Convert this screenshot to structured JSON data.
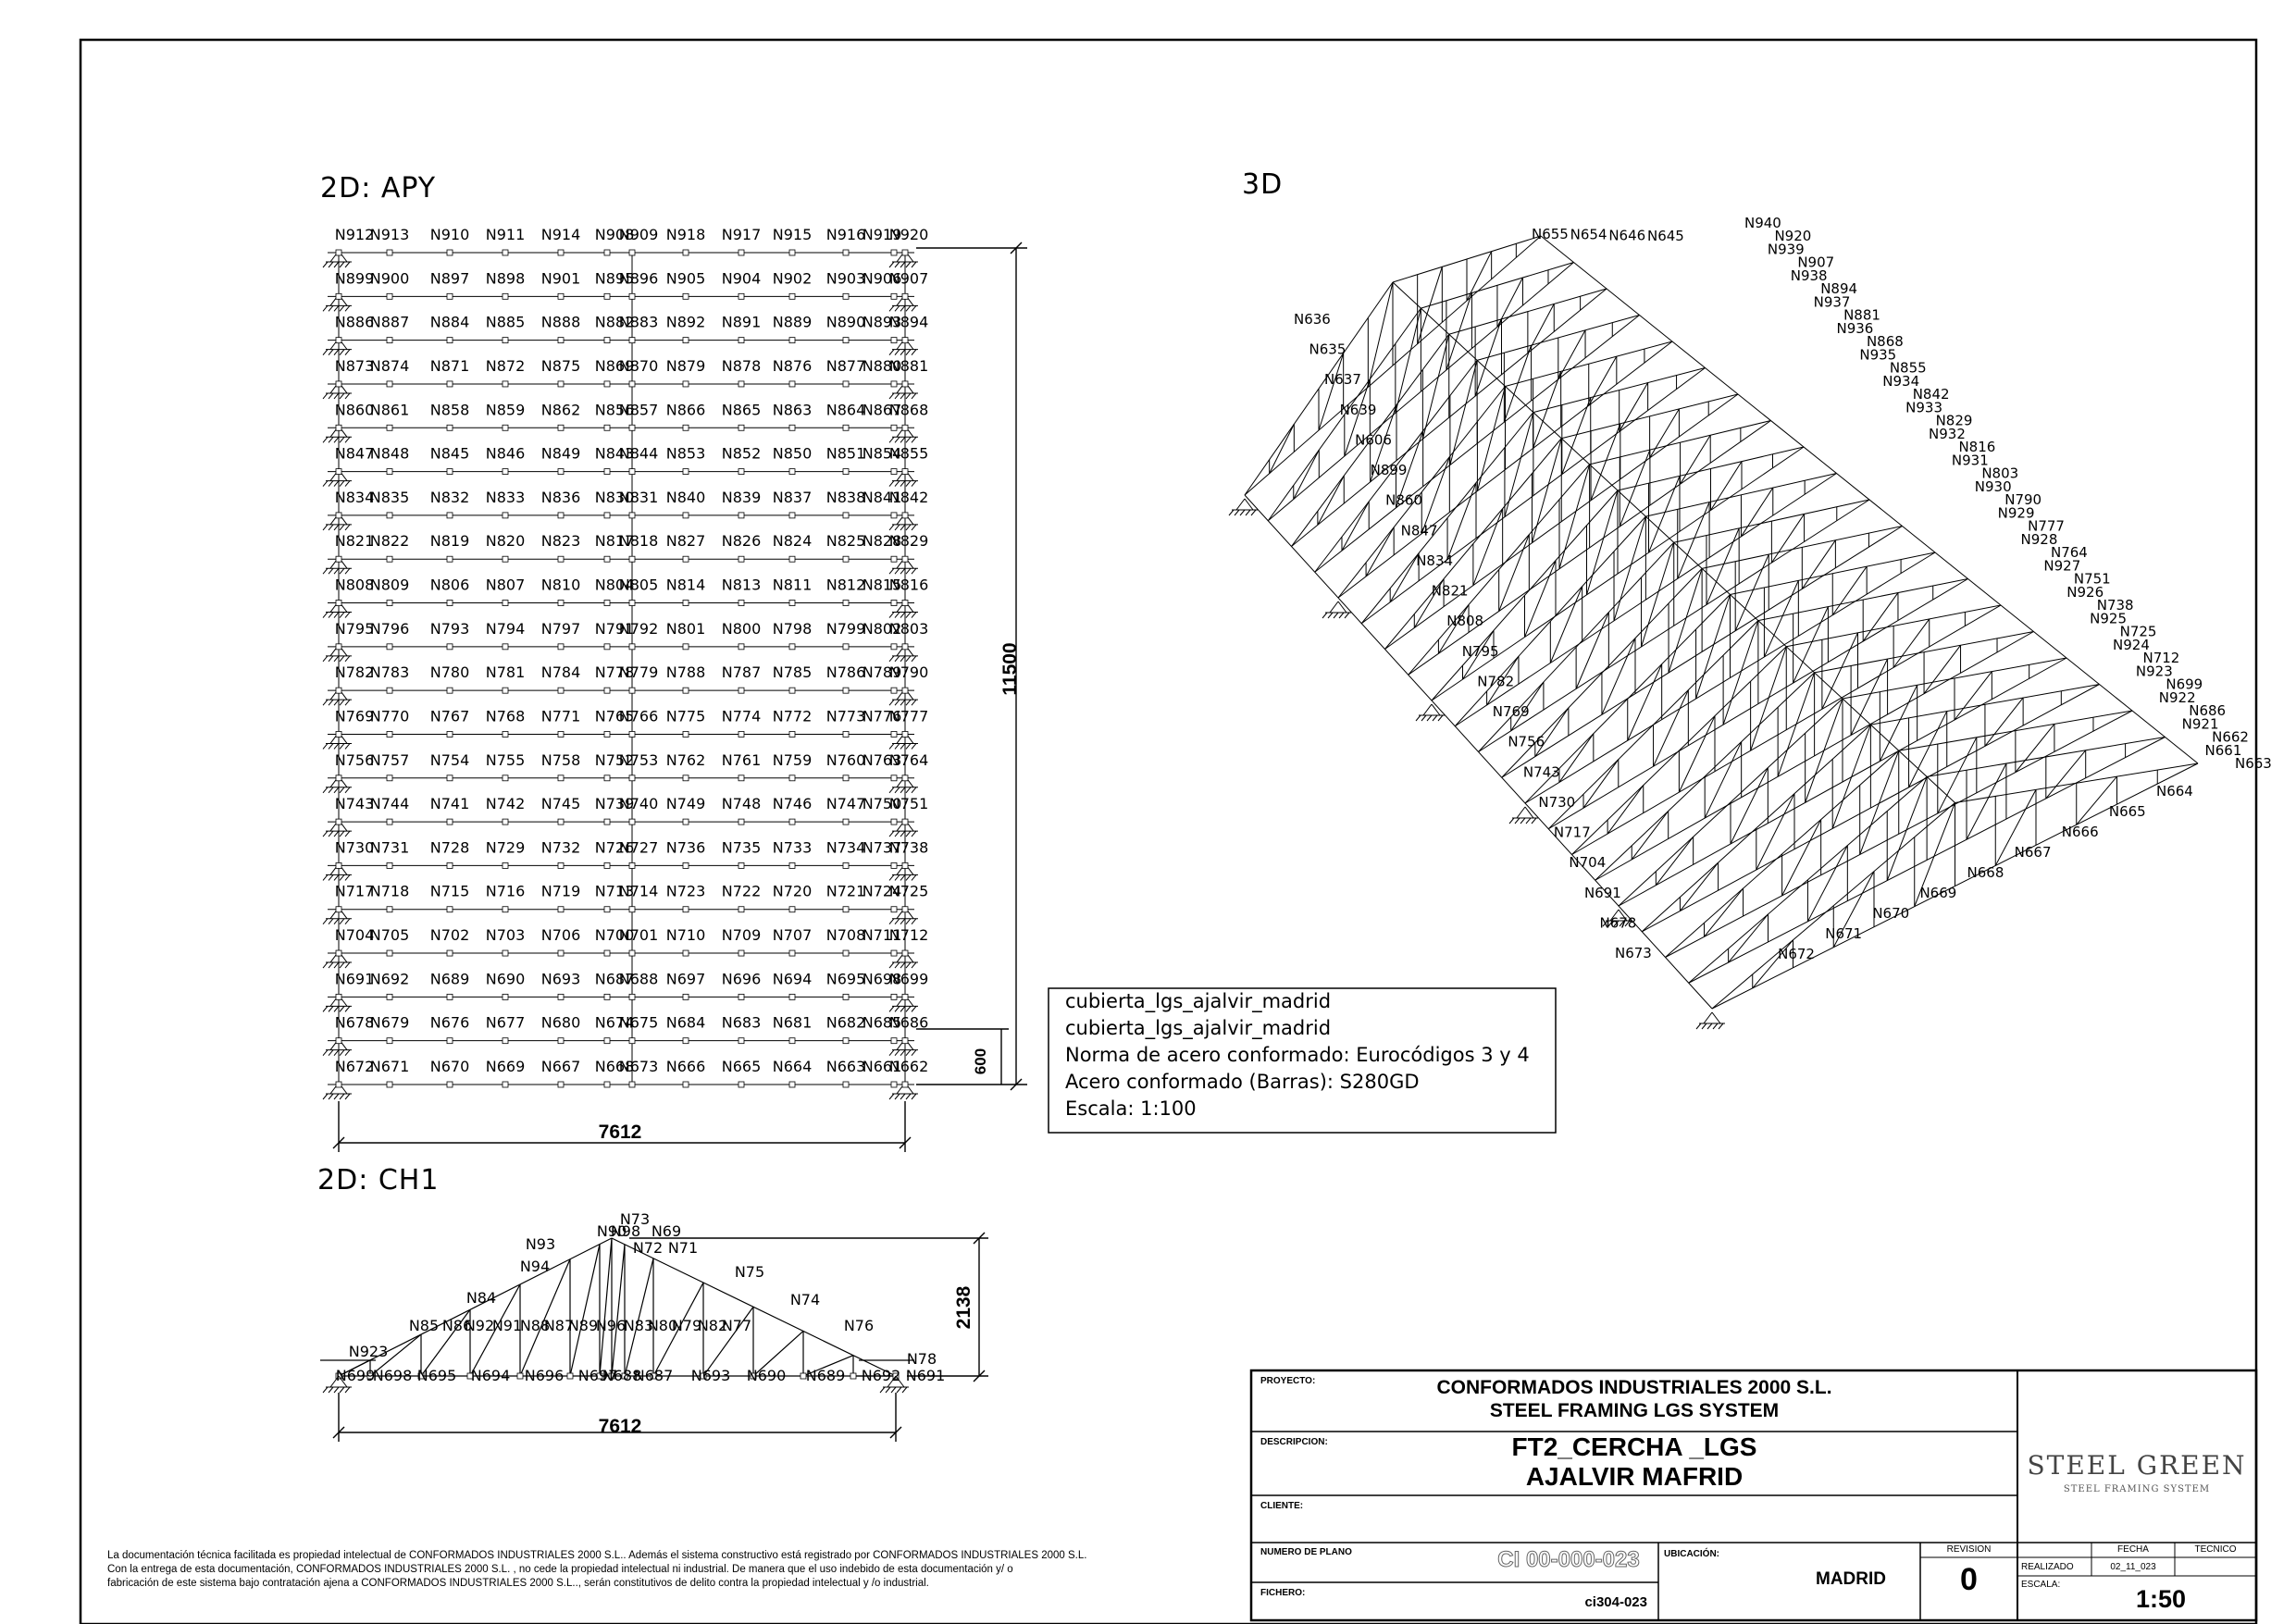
{
  "titles": {
    "apy": "2D: APY",
    "view3d": "3D",
    "ch1": "2D: CH1"
  },
  "apy": {
    "rows": [
      [
        "N912",
        "N913",
        "N910",
        "N911",
        "N914",
        "N908",
        "N909",
        "N918",
        "N917",
        "N915",
        "N916",
        "N919",
        "N920"
      ],
      [
        "N899",
        "N900",
        "N897",
        "N898",
        "N901",
        "N895",
        "N896",
        "N905",
        "N904",
        "N902",
        "N903",
        "N906",
        "N907"
      ],
      [
        "N886",
        "N887",
        "N884",
        "N885",
        "N888",
        "N882",
        "N883",
        "N892",
        "N891",
        "N889",
        "N890",
        "N893",
        "N894"
      ],
      [
        "N873",
        "N874",
        "N871",
        "N872",
        "N875",
        "N869",
        "N870",
        "N879",
        "N878",
        "N876",
        "N877",
        "N880",
        "N881"
      ],
      [
        "N860",
        "N861",
        "N858",
        "N859",
        "N862",
        "N856",
        "N857",
        "N866",
        "N865",
        "N863",
        "N864",
        "N867",
        "N868"
      ],
      [
        "N847",
        "N848",
        "N845",
        "N846",
        "N849",
        "N843",
        "N844",
        "N853",
        "N852",
        "N850",
        "N851",
        "N854",
        "N855"
      ],
      [
        "N834",
        "N835",
        "N832",
        "N833",
        "N836",
        "N830",
        "N831",
        "N840",
        "N839",
        "N837",
        "N838",
        "N841",
        "N842"
      ],
      [
        "N821",
        "N822",
        "N819",
        "N820",
        "N823",
        "N817",
        "N818",
        "N827",
        "N826",
        "N824",
        "N825",
        "N828",
        "N829"
      ],
      [
        "N808",
        "N809",
        "N806",
        "N807",
        "N810",
        "N804",
        "N805",
        "N814",
        "N813",
        "N811",
        "N812",
        "N815",
        "N816"
      ],
      [
        "N795",
        "N796",
        "N793",
        "N794",
        "N797",
        "N791",
        "N792",
        "N801",
        "N800",
        "N798",
        "N799",
        "N802",
        "N803"
      ],
      [
        "N782",
        "N783",
        "N780",
        "N781",
        "N784",
        "N778",
        "N779",
        "N788",
        "N787",
        "N785",
        "N786",
        "N789",
        "N790"
      ],
      [
        "N769",
        "N770",
        "N767",
        "N768",
        "N771",
        "N765",
        "N766",
        "N775",
        "N774",
        "N772",
        "N773",
        "N776",
        "N777"
      ],
      [
        "N756",
        "N757",
        "N754",
        "N755",
        "N758",
        "N752",
        "N753",
        "N762",
        "N761",
        "N759",
        "N760",
        "N763",
        "N764"
      ],
      [
        "N743",
        "N744",
        "N741",
        "N742",
        "N745",
        "N739",
        "N740",
        "N749",
        "N748",
        "N746",
        "N747",
        "N750",
        "N751"
      ],
      [
        "N730",
        "N731",
        "N728",
        "N729",
        "N732",
        "N726",
        "N727",
        "N736",
        "N735",
        "N733",
        "N734",
        "N737",
        "N738"
      ],
      [
        "N717",
        "N718",
        "N715",
        "N716",
        "N719",
        "N713",
        "N714",
        "N723",
        "N722",
        "N720",
        "N721",
        "N724",
        "N725"
      ],
      [
        "N704",
        "N705",
        "N702",
        "N703",
        "N706",
        "N700",
        "N701",
        "N710",
        "N709",
        "N707",
        "N708",
        "N711",
        "N712"
      ],
      [
        "N691",
        "N692",
        "N689",
        "N690",
        "N693",
        "N687",
        "N688",
        "N697",
        "N696",
        "N694",
        "N695",
        "N698",
        "N699"
      ],
      [
        "N678",
        "N679",
        "N676",
        "N677",
        "N680",
        "N674",
        "N675",
        "N684",
        "N683",
        "N681",
        "N682",
        "N685",
        "N686"
      ],
      [
        "N672",
        "N671",
        "N670",
        "N669",
        "N667",
        "N668",
        "N673",
        "N666",
        "N665",
        "N664",
        "N663",
        "N661",
        "N662"
      ]
    ],
    "dim_width": "7612",
    "dim_height": "11500",
    "dim_small": "600"
  },
  "ch1": {
    "labels": [
      "N73",
      "N90",
      "N98",
      "N69",
      "N93",
      "N72",
      "N71",
      "N94",
      "N75",
      "N84",
      "N74",
      "N85",
      "N86",
      "N92",
      "N91",
      "N88",
      "N87",
      "N89",
      "N96",
      "N83",
      "N80",
      "N79",
      "N82",
      "N77",
      "N76",
      "N78",
      "N923",
      "N699",
      "N698",
      "N695",
      "N694",
      "N696",
      "N697",
      "N688",
      "N687",
      "N693",
      "N690",
      "N689",
      "N692",
      "N691"
    ],
    "dim_width": "7612",
    "dim_height": "2138"
  },
  "view3d": {
    "labels": [
      "N940",
      "N920",
      "N939",
      "N907",
      "N938",
      "N894",
      "N937",
      "N881",
      "N936",
      "N868",
      "N935",
      "N855",
      "N934",
      "N842",
      "N933",
      "N829",
      "N932",
      "N816",
      "N931",
      "N803",
      "N930",
      "N790",
      "N929",
      "N777",
      "N928",
      "N764",
      "N927",
      "N751",
      "N926",
      "N738",
      "N925",
      "N725",
      "N924",
      "N712",
      "N923",
      "N699",
      "N922",
      "N686",
      "N921",
      "N662",
      "N661",
      "N663",
      "N664",
      "N665",
      "N666",
      "N667",
      "N668",
      "N669",
      "N670",
      "N671",
      "N672",
      "N645",
      "N646",
      "N654",
      "N655",
      "N636",
      "N635",
      "N637",
      "N639",
      "N606",
      "N899",
      "N860",
      "N847",
      "N834",
      "N821",
      "N808",
      "N795",
      "N782",
      "N769",
      "N756",
      "N743",
      "N730",
      "N717",
      "N704",
      "N691",
      "N678",
      "N673"
    ]
  },
  "info_box": {
    "lines": [
      "cubierta_lgs_ajalvir_madrid",
      "cubierta_lgs_ajalvir_madrid",
      "Norma de acero conformado: Eurocódigos 3 y 4",
      "Acero conformado (Barras): S280GD",
      "Escala: 1:100"
    ]
  },
  "disclaimer": [
    "La documentación técnica facilitada es propiedad intelectual de CONFORMADOS INDUSTRIALES 2000  S.L.. Además el sistema constructivo está registrado por  CONFORMADOS INDUSTRIALES 2000  S.L.",
    "Con la entrega de esta documentación, CONFORMADOS INDUSTRIALES 2000  S.L. , no cede la propiedad intelectual ni industrial. De manera que el uso indebido de esta documentación  y/ o",
    "fabricación de este sistema bajo contratación ajena a CONFORMADOS INDUSTRIALES 2000  S.L.., serán constitutivos de delito contra la propiedad intelectual y /o industrial."
  ],
  "title_block": {
    "proyecto_label": "PROYECTO:",
    "proyecto_line1": "CONFORMADOS INDUSTRIALES 2000 S.L.",
    "proyecto_line2": "STEEL FRAMING LGS SYSTEM",
    "descripcion_label": "DESCRIPCION:",
    "descripcion_line1": "FT2_CERCHA _LGS",
    "descripcion_line2": "AJALVIR MAFRID",
    "cliente_label": "CLIENTE:",
    "numero_label": "NUMERO DE PLANO",
    "numero_value": "CI 00-000-023",
    "ubicacion_label": "UBICACIÓN:",
    "ubicacion_value": "MADRID",
    "revision_label": "REVISION",
    "revision_value": "0",
    "fichero_label": "FICHERO:",
    "fichero_value": "ci304-023",
    "logo_line1": "STEEL GREEN",
    "logo_line2": "STEEL FRAMING SYSTEM",
    "fecha_label": "FECHA",
    "tecnico_label": "TECNICO",
    "realizado_label": "REALIZADO",
    "realizado_fecha": "02_11_023",
    "escala_label": "ESCALA:",
    "escala_value": "1:50"
  }
}
